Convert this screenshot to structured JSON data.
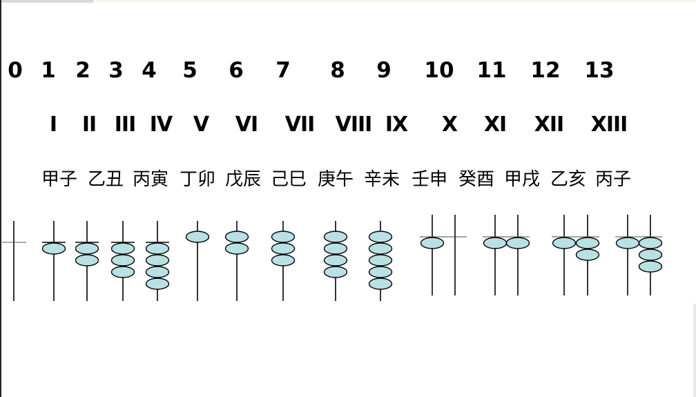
{
  "numbers": [
    "0",
    "1",
    "2",
    "3",
    "4",
    "5",
    "6",
    "7",
    "8",
    "9",
    "10",
    "11",
    "12",
    "13"
  ],
  "roman": [
    "I",
    "II",
    "III",
    "IV",
    "V",
    "VI",
    "VII",
    "VIII",
    "IX",
    "X",
    "XI",
    "XII",
    "XIII"
  ],
  "cycle": [
    "甲子",
    "乙丑",
    "丙寅",
    "丁卯",
    "戊辰",
    "己巳",
    "庚午",
    "辛未",
    "壬申",
    "癸酉",
    "甲戌",
    "乙亥",
    "丙子"
  ],
  "colors": {
    "bead_fill": "#b9e0e3",
    "bead_stroke": "#000000",
    "rod": "#000000"
  },
  "rod_values": [
    {
      "number": 0,
      "upper": 0,
      "lower": 0
    },
    {
      "number": 1,
      "upper": 0,
      "lower": 1
    },
    {
      "number": 2,
      "upper": 0,
      "lower": 2
    },
    {
      "number": 3,
      "upper": 0,
      "lower": 3
    },
    {
      "number": 4,
      "upper": 0,
      "lower": 4
    },
    {
      "number": 5,
      "upper": 1,
      "lower": 0
    },
    {
      "number": 6,
      "upper": 1,
      "lower": 1
    },
    {
      "number": 7,
      "upper": 1,
      "lower": 2
    },
    {
      "number": 8,
      "upper": 1,
      "lower": 3
    },
    {
      "number": 9,
      "upper": 1,
      "lower": 4
    },
    {
      "number": 10,
      "tens": 1,
      "units": 0
    },
    {
      "number": 11,
      "tens": 1,
      "units": 1
    },
    {
      "number": 12,
      "tens": 1,
      "units": 2
    },
    {
      "number": 13,
      "tens": 1,
      "units": 3
    }
  ]
}
